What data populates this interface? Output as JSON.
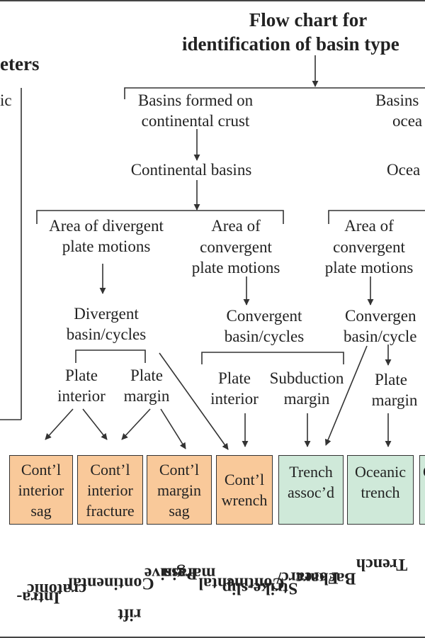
{
  "title": [
    "Flow chart for",
    "identification of basin type"
  ],
  "left_heading": "eters",
  "left_fragment": "ic",
  "crust_types": {
    "continental": [
      "Basins formed on",
      "continental crust"
    ],
    "oceanic": [
      "Basins",
      "ocea"
    ]
  },
  "basin_groups": {
    "continental": "Continental basins",
    "oceanic": "Ocea"
  },
  "plate_motions": {
    "divergent": [
      "Area of divergent",
      "plate motions"
    ],
    "convergent_cont": [
      "Area of",
      "convergent",
      "plate motions"
    ],
    "convergent_ocean": [
      "Area of",
      "convergent",
      "plate motions"
    ]
  },
  "cycles": {
    "divergent": [
      "Divergent",
      "basin/cycles"
    ],
    "convergent_cont": [
      "Convergent",
      "basin/cycles"
    ],
    "convergent_ocean": [
      "Convergen",
      "basin/cycle"
    ]
  },
  "settings": {
    "plate_interior_div": [
      "Plate",
      "interior"
    ],
    "plate_margin_div": [
      "Plate",
      "margin"
    ],
    "plate_interior_conv": [
      "Plate",
      "interior"
    ],
    "subduction_margin": [
      "Subduction",
      "margin"
    ],
    "plate_margin_ocean": [
      "Plate",
      "margin"
    ]
  },
  "basin_boxes": [
    {
      "lines": [
        "Cont’l",
        "interior",
        "sag"
      ],
      "color": "#f9c99a"
    },
    {
      "lines": [
        "Cont’l",
        "interior",
        "fracture"
      ],
      "color": "#f9c99a"
    },
    {
      "lines": [
        "Cont’l",
        "margin",
        "sag"
      ],
      "color": "#f9c99a"
    },
    {
      "lines": [
        "Cont’l",
        "wrench"
      ],
      "color": "#f9c99a"
    },
    {
      "lines": [
        "Trench",
        "assoc’d"
      ],
      "color": "#cfe9d9"
    },
    {
      "lines": [
        "Oceanic",
        "trench"
      ],
      "color": "#cfe9d9"
    },
    {
      "lines": [
        "O"
      ],
      "color": "#cfe9d9"
    }
  ],
  "basin_types": [
    [
      "Intra-",
      "cratonic"
    ],
    [
      "Continental",
      "rift"
    ],
    [
      "Passive",
      "margin"
    ],
    [
      "Continental",
      "Strike-slip"
    ],
    [
      "Forearc/",
      "Backarc"
    ],
    [
      "Trench"
    ]
  ]
}
